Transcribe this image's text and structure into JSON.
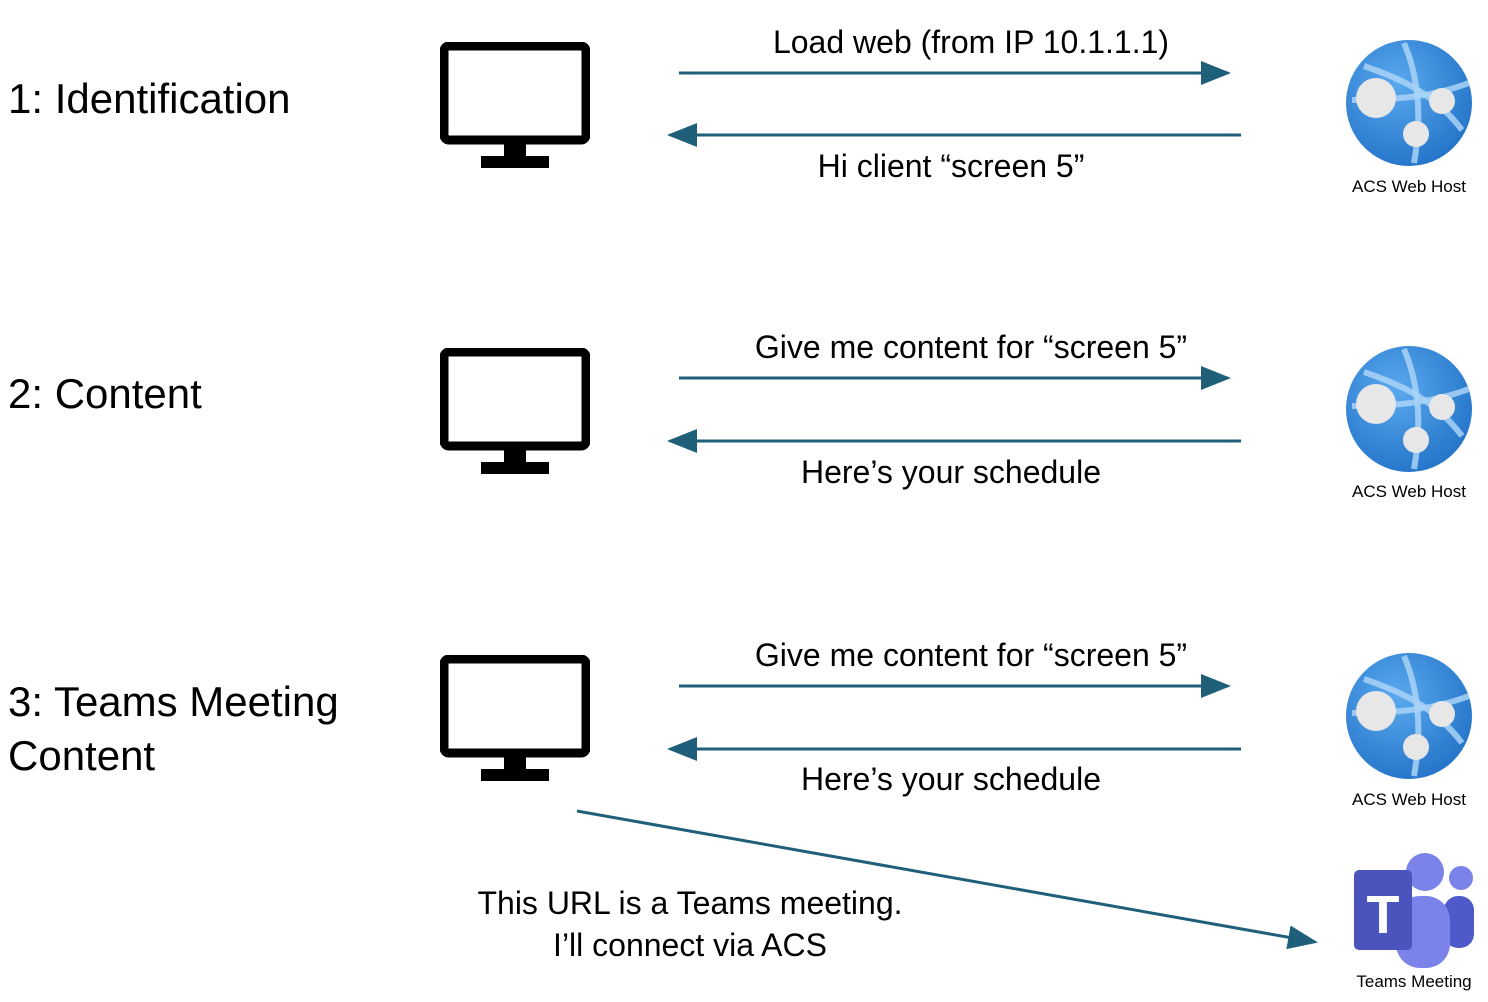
{
  "steps": [
    {
      "label": "1: Identification",
      "request": "Load web (from IP 10.1.1.1)",
      "response": "Hi client “screen 5”",
      "host_label": "ACS Web Host"
    },
    {
      "label": "2: Content",
      "request": "Give me content for “screen 5”",
      "response": "Here’s your schedule",
      "host_label": "ACS Web Host"
    },
    {
      "label_line1": "3: Teams Meeting",
      "label_line2": "Content",
      "request": "Give me content for “screen 5”",
      "response": "Here’s your schedule",
      "host_label": "ACS Web Host"
    }
  ],
  "teams": {
    "note_line1": "This URL is a Teams meeting.",
    "note_line2": "I’ll connect via ACS",
    "label": "Teams Meeting"
  },
  "colors": {
    "arrow": "#1f5f7a",
    "globe": "#2f86d9",
    "teams_purple": "#4b53bc"
  },
  "icons": {
    "client": "monitor-icon",
    "host": "globe-network-icon",
    "teams": "teams-icon"
  }
}
